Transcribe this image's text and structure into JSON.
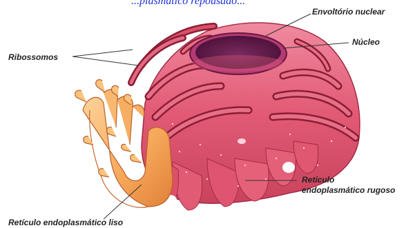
{
  "header": {
    "partial_title": "...plasmático repousado..."
  },
  "labels": {
    "envoltorio": "Envoltório nuclear",
    "nucleo": "Núcleo",
    "ribossomos": "Ribossomos",
    "rer_line1": "Retículo",
    "rer_line2": "endoplasmático rugoso",
    "rel": "Retículo endoplasmático liso"
  },
  "colors": {
    "rer_light": "#e8708a",
    "rer_mid": "#d2485f",
    "rer_dark": "#8c1c34",
    "nucleus": "#5e1a4a",
    "nucleus_rim": "#b33a73",
    "ser_light": "#fbc27c",
    "ser_mid": "#f39a48",
    "ser_dark": "#c9662a",
    "title_blue": "#1a2fd8"
  }
}
